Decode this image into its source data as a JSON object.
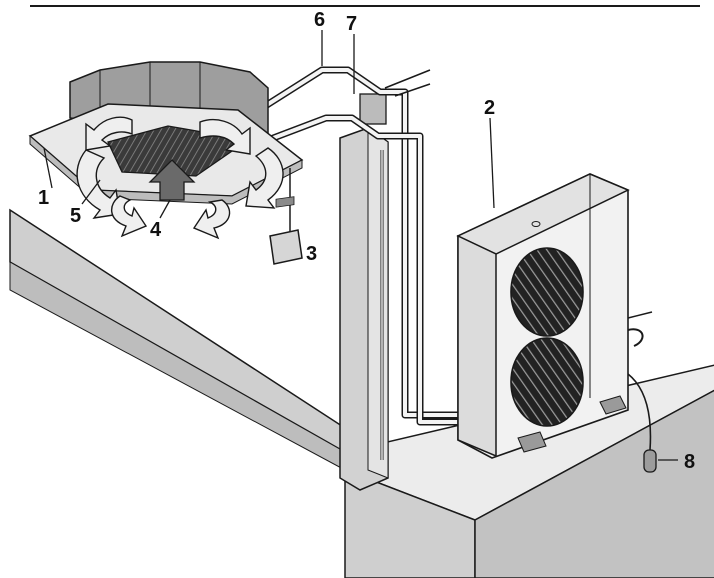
{
  "callouts": {
    "c1": "1",
    "c2": "2",
    "c3": "3",
    "c4": "4",
    "c5": "5",
    "c6": "6",
    "c7": "7",
    "c8": "8"
  },
  "colors": {
    "line": "#1a1a1a",
    "wall": "#c9c9c9",
    "floor": "#e6e6e6",
    "unit": "#f2f2f2",
    "shadow": "#b8b8b8",
    "fan": "#2a2a2a"
  }
}
